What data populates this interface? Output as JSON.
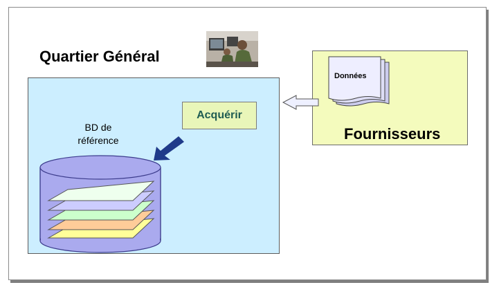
{
  "headquarters": {
    "title": "Quartier Général"
  },
  "database": {
    "label_line1": "BD de",
    "label_line2": "référence"
  },
  "acquire": {
    "label": "Acquérir"
  },
  "suppliers": {
    "label": "Fournisseurs",
    "data_doc_label": "Données"
  },
  "colors": {
    "hq_fill": "#cceeff",
    "supplier_fill": "#f4fbbd",
    "acquire_fill": "#e9f6b9",
    "cylinder_fill": "#aaaaee",
    "arrow_fill": "#1f3a8a",
    "layer_colors": [
      "#ffff99",
      "#ffcc99",
      "#ccffcc",
      "#ccccff",
      "#eeffee"
    ]
  },
  "icons": [
    "photo-icon",
    "document-stack-icon",
    "left-arrow-icon",
    "down-left-arrow-icon",
    "database-cylinder-icon"
  ]
}
